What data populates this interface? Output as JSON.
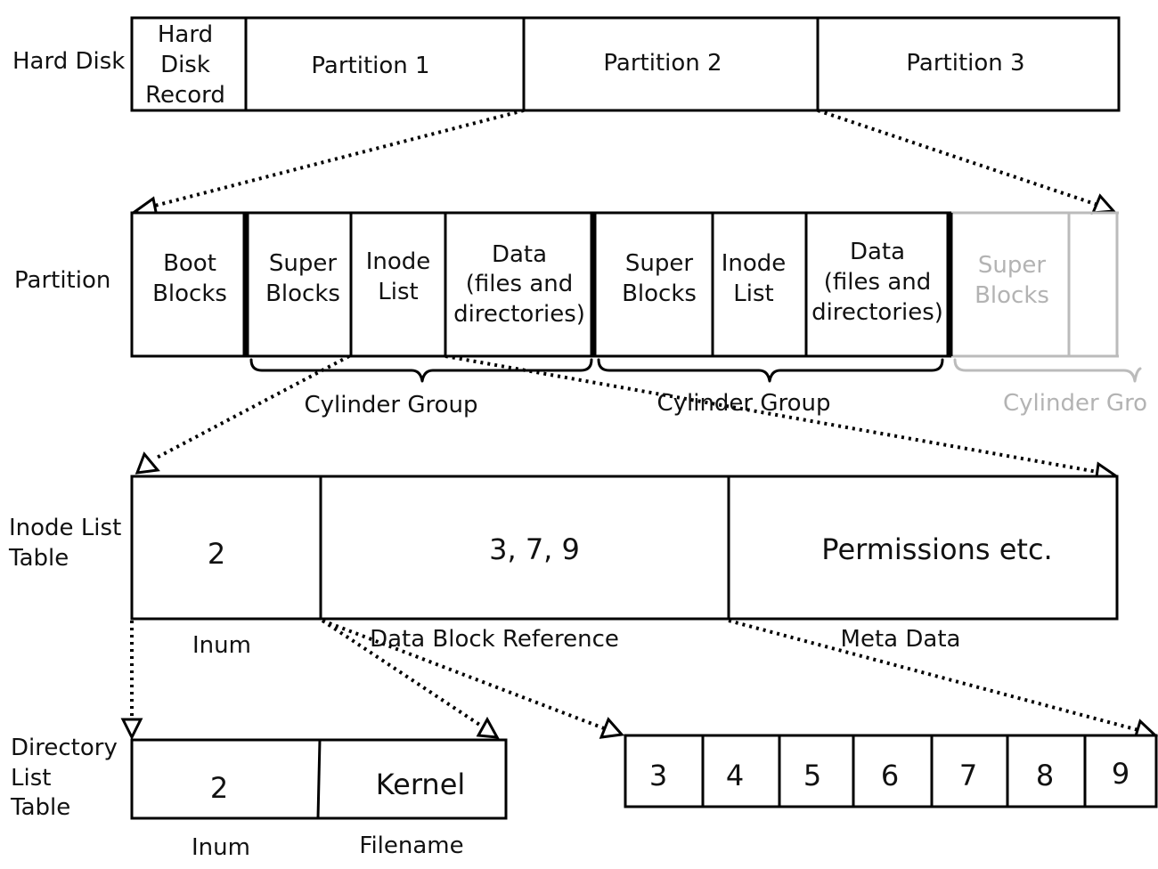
{
  "hard_disk": {
    "row_label": "Hard Disk",
    "record_lines": [
      "Hard",
      "Disk",
      "Record"
    ],
    "partition_1": "Partition 1",
    "partition_2": "Partition 2",
    "partition_3": "Partition 3"
  },
  "partition": {
    "row_label": "Partition",
    "boot_lines": [
      "Boot",
      "Blocks"
    ],
    "super_lines": [
      "Super",
      "Blocks"
    ],
    "inode_lines": [
      "Inode",
      "List"
    ],
    "data_lines": [
      "Data",
      "(files and",
      "directories)"
    ],
    "cylinder_group_label": "Cylinder Group",
    "cylinder_group_partial_label": "Cylinder Gro"
  },
  "inode_table": {
    "row_label_lines": [
      "Inode List",
      "Table"
    ],
    "inum_value": "2",
    "blocks_value": "3, 7, 9",
    "meta_value": "Permissions etc.",
    "inum_caption": "Inum",
    "blocks_caption": "Data Block Reference",
    "meta_caption": "Meta Data"
  },
  "directory_table": {
    "row_label_lines": [
      "Directory",
      "List",
      "Table"
    ],
    "inum_value": "2",
    "filename_value": "Kernel",
    "inum_caption": "Inum",
    "filename_caption": "Filename"
  },
  "data_blocks": [
    "3",
    "4",
    "5",
    "6",
    "7",
    "8",
    "9"
  ]
}
